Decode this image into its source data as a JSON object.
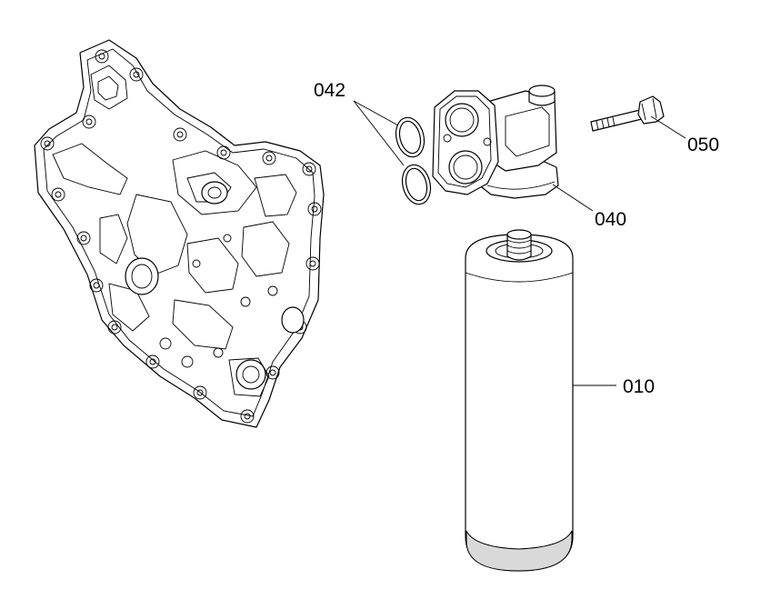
{
  "callouts": {
    "oil_filter": "010",
    "filter_head": "040",
    "o_rings": "042",
    "bolt": "050"
  },
  "colors": {
    "line": "#000000",
    "background": "#ffffff",
    "shade": "#d9d9d9"
  }
}
